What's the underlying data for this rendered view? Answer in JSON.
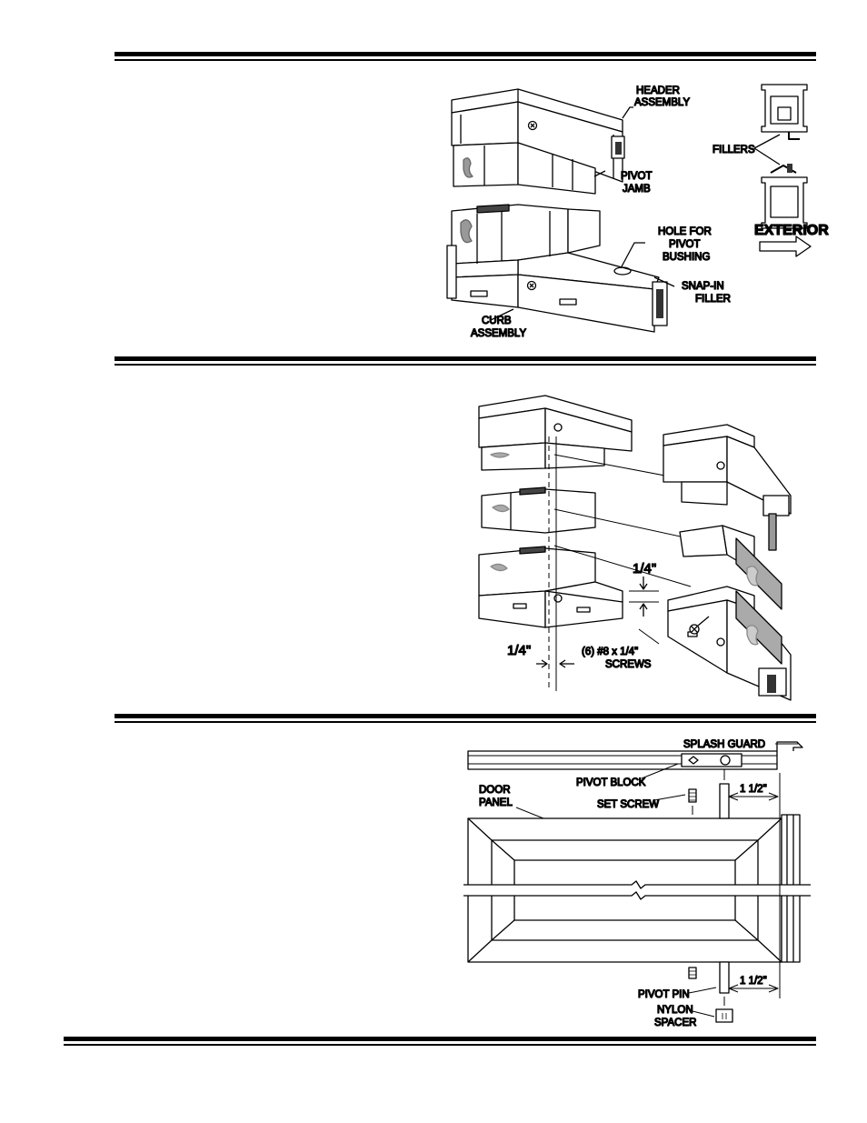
{
  "figure1": {
    "header_assembly": [
      "HEADER",
      "ASSEMBLY"
    ],
    "pivot_jamb": [
      "PIVOT",
      "JAMB"
    ],
    "hole_for_pivot_bushing": [
      "HOLE FOR",
      "PIVOT",
      "BUSHING"
    ],
    "snap_in_filler": [
      "SNAP-IN",
      "FILLER"
    ],
    "curb_assembly": [
      "CURB",
      "ASSEMBLY"
    ],
    "fillers": "FILLERS",
    "exterior": "EXTERIOR"
  },
  "figure2": {
    "dim_vertical": "1/4\"",
    "dim_horizontal": "1/4\"",
    "screws": [
      "(6) #8 x 1/4\"",
      "SCREWS"
    ]
  },
  "figure3": {
    "splash_guard": "SPLASH GUARD",
    "pivot_block": "PIVOT BLOCK",
    "door_panel": [
      "DOOR",
      "PANEL"
    ],
    "set_screw": "SET SCREW",
    "dim_top": "1 1/2\"",
    "dim_bottom": "1 1/2\"",
    "pivot_pin": "PIVOT PIN",
    "nylon_spacer": [
      "NYLON",
      "SPACER"
    ]
  }
}
